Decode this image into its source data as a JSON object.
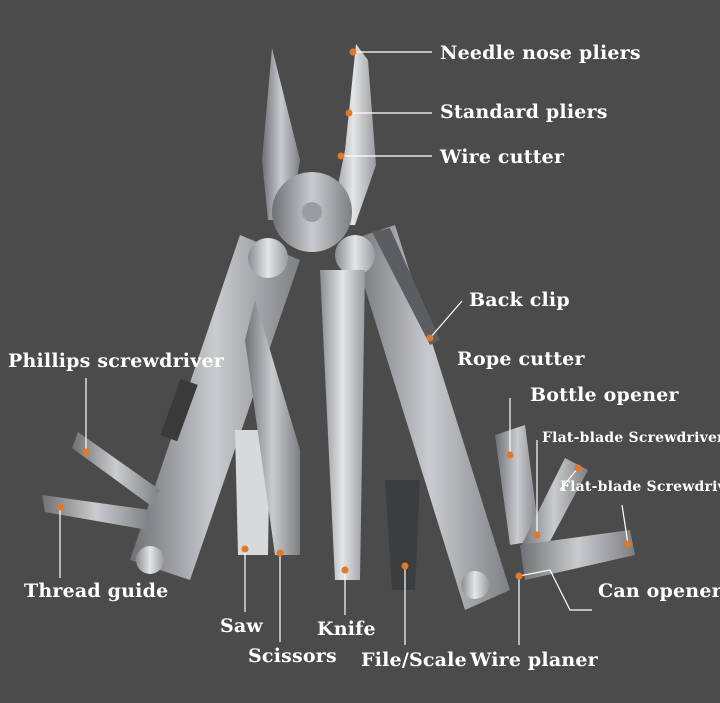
{
  "colors": {
    "background": "#4b4b4b",
    "marker": "#e07a2a",
    "leader": "#ffffff",
    "steel": "#a9abae"
  },
  "labels": {
    "needle_nose_pliers": "Needle nose pliers",
    "standard_pliers": "Standard pliers",
    "wire_cutter": "Wire cutter",
    "back_clip": "Back clip",
    "rope_cutter": "Rope cutter",
    "bottle_opener": "Bottle opener",
    "flat_blade_1": "Flat-blade Screwdriver",
    "flat_blade_2": "Flat-blade Screwdriver",
    "can_opener": "Can opener",
    "phillips_screwdriver": "Phillips screwdriver",
    "thread_guide": "Thread guide",
    "saw": "Saw",
    "scissors": "Scissors",
    "knife": "Knife",
    "file_scale": "File/Scale",
    "wire_planer": "Wire planer"
  }
}
